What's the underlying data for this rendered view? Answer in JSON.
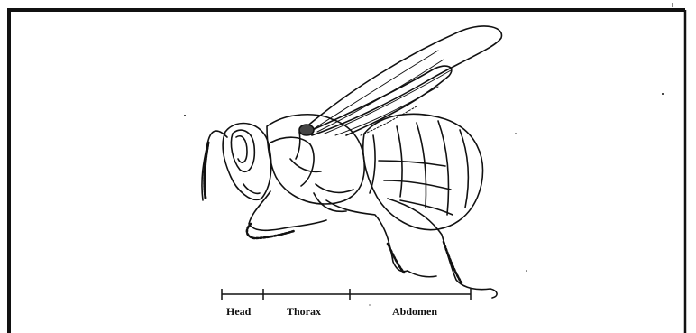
{
  "diagram": {
    "segments": [
      {
        "key": "head",
        "label": "Head"
      },
      {
        "key": "thorax",
        "label": "Thorax"
      },
      {
        "key": "abdomen",
        "label": "Abdomen"
      }
    ],
    "colors": {
      "ink": "#111111",
      "background": "#ffffff"
    }
  }
}
